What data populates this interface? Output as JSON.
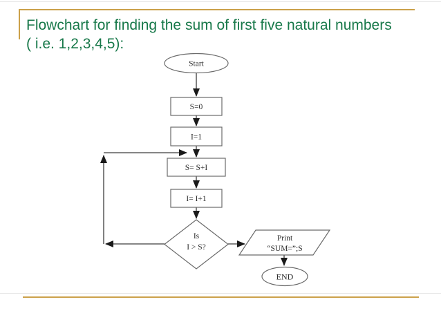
{
  "slide": {
    "title": {
      "line1": "Flowchart for finding the sum of first five natural numbers",
      "line2": "( i.e. 1,2,3,4,5):"
    },
    "colors": {
      "title_text": "#177849",
      "accent_line": "#CBA14A",
      "divider_gray": "#E6E6E6",
      "shape_stroke": "#6A6A6A",
      "arrow": "#1A1A1A",
      "background": "#FFFFFF"
    }
  },
  "flowchart": {
    "nodes": {
      "start": {
        "type": "terminator",
        "label": "Start"
      },
      "set_sum": {
        "type": "process",
        "label": "S=0"
      },
      "set_i": {
        "type": "process",
        "label": "I=1"
      },
      "add": {
        "type": "process",
        "label": "S= S+I"
      },
      "increment": {
        "type": "process",
        "label": "I= I+1"
      },
      "decision": {
        "type": "decision",
        "line1": "Is",
        "line2": "I > S?"
      },
      "print": {
        "type": "input_output",
        "line1": "Print",
        "line2": "“SUM=”;S"
      },
      "end": {
        "type": "terminator",
        "label": "END"
      }
    },
    "connections": [
      {
        "from": "start",
        "to": "set_sum"
      },
      {
        "from": "set_sum",
        "to": "set_i"
      },
      {
        "from": "set_i",
        "to": "add"
      },
      {
        "from": "add",
        "to": "increment"
      },
      {
        "from": "increment",
        "to": "decision"
      },
      {
        "from": "decision",
        "to": "print",
        "branch": "right"
      },
      {
        "from": "decision",
        "to": "add",
        "branch": "loop-left"
      },
      {
        "from": "print",
        "to": "end"
      }
    ]
  }
}
